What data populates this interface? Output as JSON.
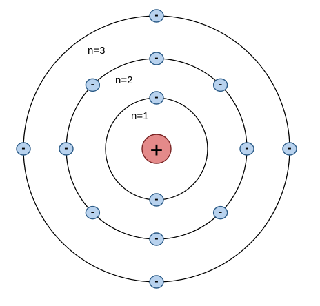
{
  "colors": {
    "electron_fill": "#b8d2ee",
    "electron_stroke": "#2a5a86",
    "nucleus_fill": "#e48a8a",
    "nucleus_stroke": "#7a2424",
    "orbit_stroke": "#000000"
  },
  "nucleus": {
    "sign": "+"
  },
  "electron": {
    "sign": "-"
  },
  "shells": [
    {
      "label": "n=1",
      "electron_count": 2
    },
    {
      "label": "n=2",
      "electron_count": 8
    },
    {
      "label": "n=3",
      "electron_count": 4
    }
  ]
}
